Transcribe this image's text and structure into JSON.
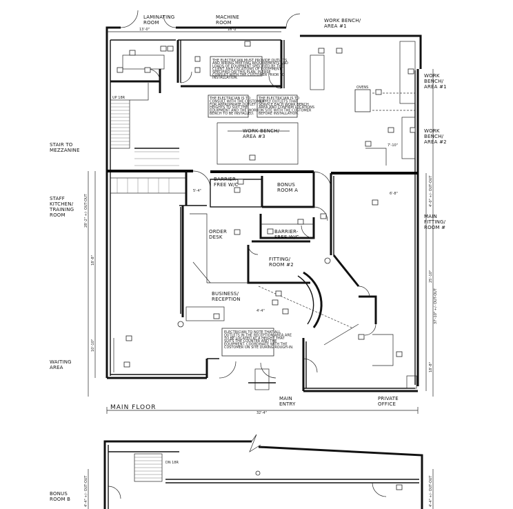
{
  "rooms": {
    "laminating": "LAMINATING\nROOM",
    "machine": "MACHINE\nROOM",
    "work_bench_1_top": "WORK BENCH/\nAREA #1",
    "work_bench_1_right": "WORK\nBENCH/\nAREA #1",
    "work_bench_2": "WORK\nBENCH/\nAREA #2",
    "work_bench_3": "WORK BENCH/\nAREA #3",
    "stair_mezzanine": "STAIR TO\nMEZZANINE",
    "staff_kitchen": "STAFF\nKITCHEN/\nTRAINING\nROOM",
    "bonus_a": "BONUS\nROOM A",
    "barrier_free_1": "BARRIER-\nFREE W/C",
    "barrier_free_2": "BARRIER-\nFREE W/C",
    "order_desk": "ORDER\nDESK",
    "fitting_2": "FITTING/\nROOM #2",
    "main_fitting": "MAIN\nFITTING/\nROOM #",
    "business_reception": "BUSINESS/\nRECEPTION",
    "waiting": "WAITING\nAREA",
    "main_entry": "MAIN\nENTRY",
    "private_office": "PRIVATE\nOFFICE",
    "ovens": "OVENS",
    "bonus_b": "BONUS\nROOM B"
  },
  "floor_title": "MAIN FLOOR",
  "dimensions": {
    "laminating_width": "13'-0\"",
    "machine_width": "16'-2\"",
    "overall_width": "32'-4\"",
    "bench_7_10": "7'-10\"",
    "bench_6_8": "6'-8\"",
    "room_5_4": "5'-4\"",
    "room_4_4": "4'-4\"",
    "left_upper": "28'-2\" +/- OUT-OUT",
    "left_mid": "18'-8\"",
    "left_lower": "10'-10\"",
    "right_upper": "4'-0\" +/- OUT-OUT",
    "right_mid": "25'-10\"",
    "right_total": "37'-10\" +/- OUT-OUT",
    "right_lower": "18'-8\"",
    "lower_left": "4'-4\" +/- OUT-OUT",
    "lower_right": "4'-4\" +/- OUT-OUT",
    "up_stair": "UP 18R",
    "dn_stair": "DN 18R"
  },
  "notes": {
    "machine_note": "THE ELECTRICIAN MUST PROVIDE OUTLETS AND WIRING MEETING REQUIREMENTS AND LOADS OF EQUIPMENT SPECIFIED BY THE CLIENT AND LOCATIONS OF EQUIPMENT SPECIFIED ON THIS PLAN. PLEASE CONSULT WITH THE CUSTOMER PRIOR TO INSTALLATION.",
    "bench3_note_a": "THE ELECTRICIAN IS TO CONSULT WITH THE CUSTOMER FOR APPROPRIATE OUTLET HEIGHTS TO SUIT THE EQUIPMENT AND THE WORK BENCH TO BE INSTALLED.",
    "bench3_note_b": "THE ELECTRICIAN IS TO SUPPLY OUTLETS THAT SERVICE EACH WORK BENCH AREA AND CONFIRM LOCATIONS ON SITE WITH THE CUSTOMER BEFORE INSTALLATION.",
    "reception_note": "ELECTRICIAN TO NOTE THAT ALL OUTLETS IN THE RECEPTION AREA ARE TO BE LOCATED AT A HEIGHT THAT SUITS THE COUNTER AND THE EQUIPMENT. COORDINATE WITH THE CUSTOMER ON SITE DURING ROUGH-IN."
  }
}
